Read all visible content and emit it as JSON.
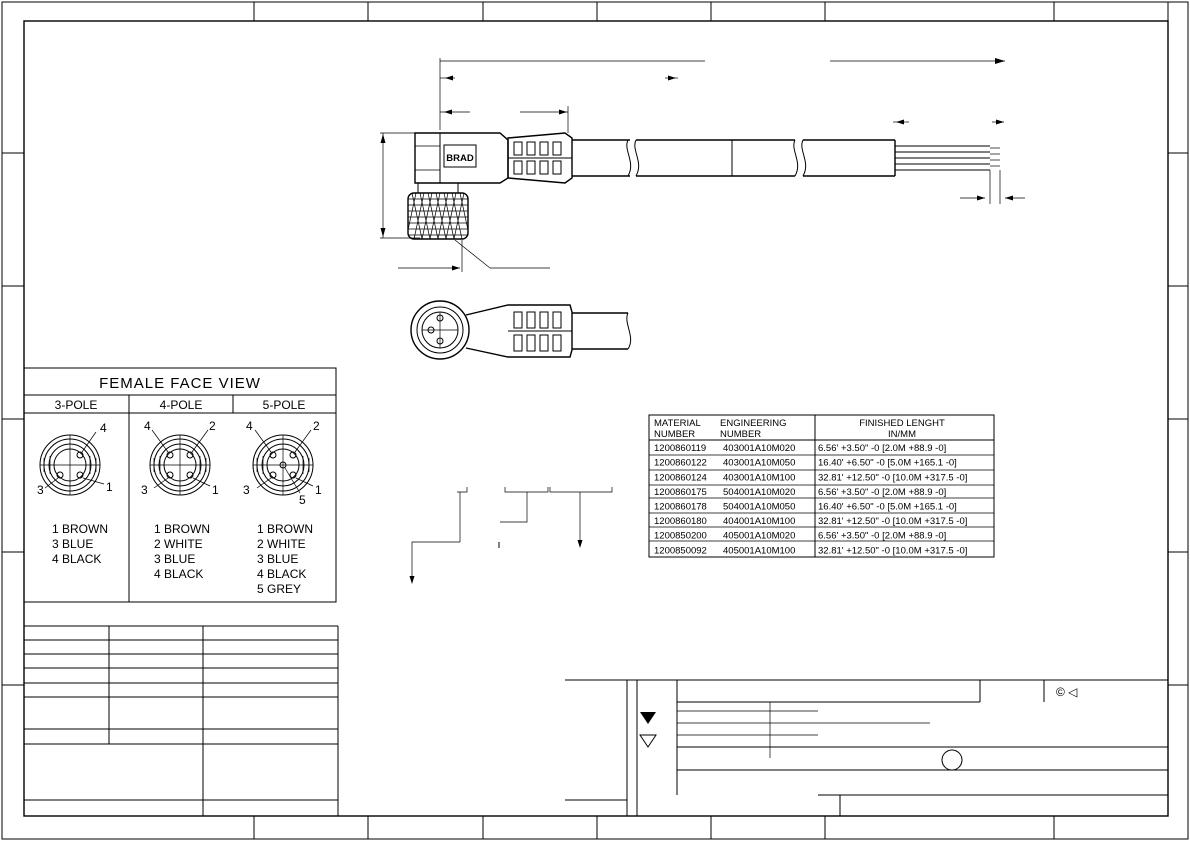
{
  "drawing": {
    "brand_logo": "BRAD",
    "face_view": {
      "title": "FEMALE FACE VIEW",
      "columns": [
        {
          "header": "3-POLE",
          "pins": [
            "1 BROWN",
            "3 BLUE",
            "4 BLACK"
          ],
          "numbers": [
            "4",
            "3",
            "1"
          ]
        },
        {
          "header": "4-POLE",
          "pins": [
            "1 BROWN",
            "2 WHITE",
            "3 BLUE",
            "4 BLACK"
          ],
          "numbers": [
            "4",
            "2",
            "3",
            "1"
          ]
        },
        {
          "header": "5-POLE",
          "pins": [
            "1 BROWN",
            "2 WHITE",
            "3 BLUE",
            "4 BLACK",
            "5 GREY"
          ],
          "numbers": [
            "4",
            "2",
            "3",
            "1",
            "5"
          ]
        }
      ]
    },
    "parts_table": {
      "headers": {
        "material_l1": "MATERIAL",
        "material_l2": "NUMBER",
        "engineering_l1": "ENGINEERING",
        "engineering_l2": "NUMBER",
        "length_l1": "FINISHED LENGHT",
        "length_l2": "IN/MM"
      },
      "rows": [
        [
          "1200860119",
          "403001A10M020",
          "6.56' +3.50\" -0 [2.0M +88.9 -0]"
        ],
        [
          "1200860122",
          "403001A10M050",
          "16.40' +6.50\" -0 [5.0M +165.1 -0]"
        ],
        [
          "1200860124",
          "403001A10M100",
          "32.81' +12.50\" -0 [10.0M +317.5 -0]"
        ],
        [
          "1200860175",
          "504001A10M020",
          "6.56' +3.50\" -0 [2.0M +88.9 -0]"
        ],
        [
          "1200860178",
          "504001A10M050",
          "16.40' +6.50\" -0 [5.0M +165.1 -0]"
        ],
        [
          "1200860180",
          "404001A10M100",
          "32.81' +12.50\" -0 [10.0M +317.5 -0]"
        ],
        [
          "1200850200",
          "405001A10M020",
          "6.56' +3.50\" -0 [2.0M +88.9 -0]"
        ],
        [
          "1200850092",
          "405001A10M100",
          "32.81' +12.50\" -0 [10.0M +317.5 -0]"
        ]
      ]
    },
    "title_block": {
      "symbols": "© ◁"
    }
  }
}
